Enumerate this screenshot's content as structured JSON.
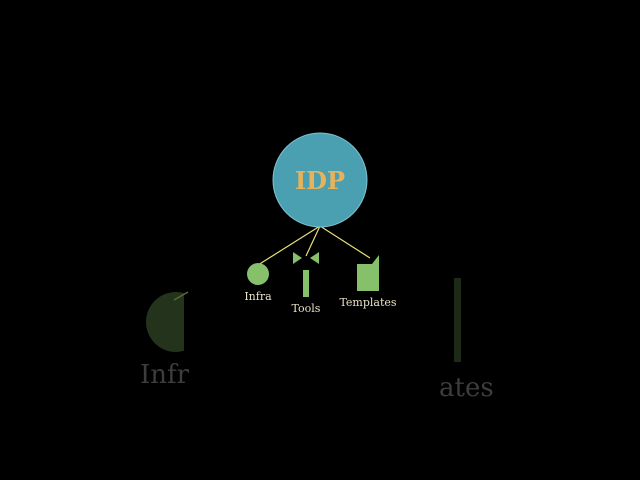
{
  "diagram": {
    "root": {
      "label": "IDP"
    },
    "children": [
      {
        "label": "Infra",
        "icon": "circle-icon"
      },
      {
        "label": "Tools",
        "icon": "bowtie-tool-icon"
      },
      {
        "label": "Templates",
        "icon": "folded-document-icon"
      }
    ],
    "ghost": {
      "left_label": "Infr",
      "right_label": "ates"
    }
  },
  "colors": {
    "background": "#000000",
    "root_fill": "#4a9fb0",
    "root_stroke": "#7ec4d2",
    "root_text": "#e8b25a",
    "connector": "#e8e07a",
    "child_fill": "#86c06a",
    "child_text": "#e8e3c8",
    "ghost_fill": "#24331c",
    "ghost_text": "#3d3d3d"
  }
}
